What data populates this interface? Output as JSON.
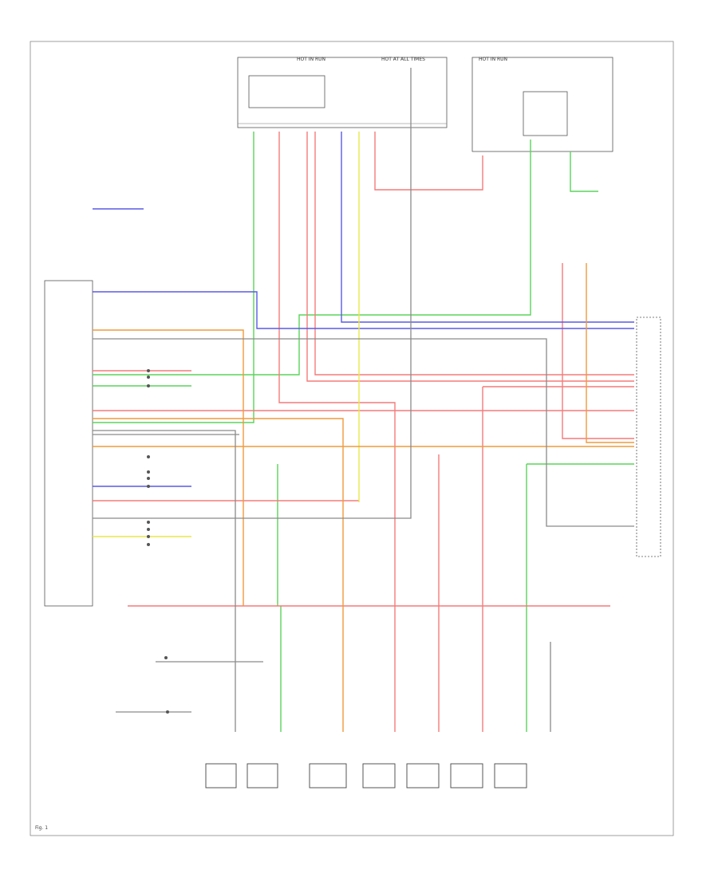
{
  "colors": {
    "green": "#5bd35b",
    "red": "#f57a7a",
    "blue": "#5a5ae6",
    "yellow": "#e8e84a",
    "orange": "#f09a3c",
    "gray": "#8a8a8a",
    "dark": "#555555",
    "black": "#222222"
  },
  "labels": {
    "hot_in_run_left": "HOT IN RUN",
    "hot_at_all_times": "HOT AT ALL TIMES",
    "hot_in_run_right": "HOT IN RUN",
    "figure_id": "Fig. 1"
  }
}
